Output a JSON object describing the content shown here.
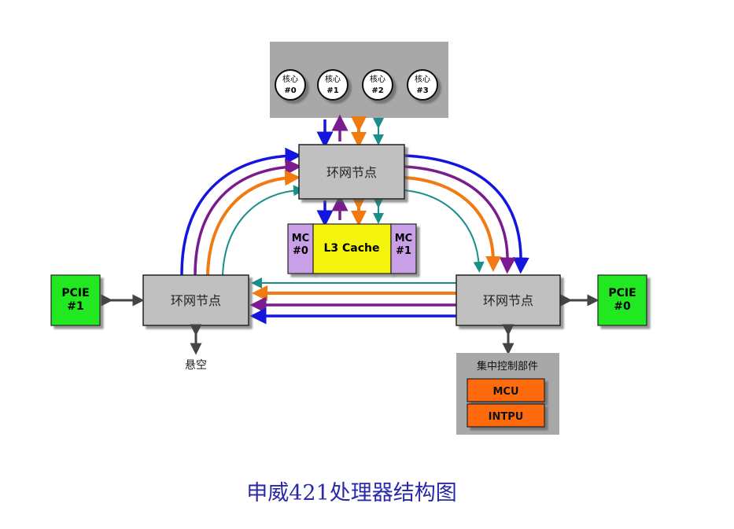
{
  "cores": [
    {
      "label": "核心",
      "id": "#0"
    },
    {
      "label": "核心",
      "id": "#1"
    },
    {
      "label": "核心",
      "id": "#2"
    },
    {
      "label": "核心",
      "id": "#3"
    }
  ],
  "ring_node_label": "环网节点",
  "memory_controllers": [
    {
      "label": "MC",
      "id": "#0"
    },
    {
      "label": "MC",
      "id": "#1"
    }
  ],
  "l3_cache_label": "L3 Cache",
  "pcie": [
    {
      "label": "PCIE",
      "id": "#1"
    },
    {
      "label": "PCIE",
      "id": "#0"
    }
  ],
  "floating_label": "悬空",
  "central_control": {
    "title": "集中控制部件",
    "units": [
      "MCU",
      "INTPU"
    ]
  },
  "caption": "申威421处理器结构图",
  "colors": {
    "blue": "#1515e0",
    "purple": "#7a1c8e",
    "orange": "#f27a12",
    "teal": "#1a8f8a",
    "node_fill": "#c0c0c0",
    "panel_gray": "#a8a8a8",
    "pcie_green": "#22e822",
    "mc_purple": "#c9a0e8",
    "l3_yellow": "#f4f40a",
    "unit_orange": "#ff6a10",
    "caption_blue": "#2a2aa8"
  }
}
